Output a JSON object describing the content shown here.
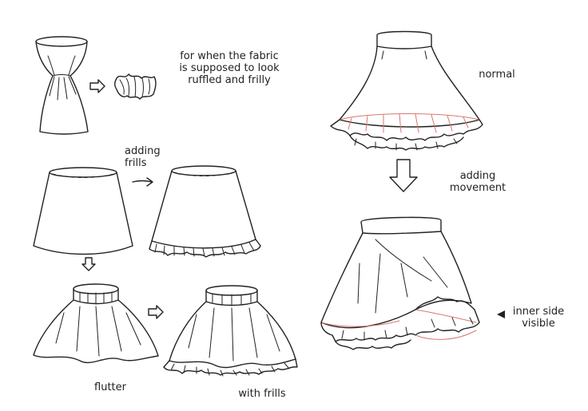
{
  "labels": {
    "ruffle_note": [
      "for when the fabric",
      "is supposed to look",
      "ruffled and frilly"
    ],
    "adding_frills": [
      "adding",
      "frills"
    ],
    "flutter": "flutter",
    "with_frills": "with frills",
    "normal": "normal",
    "adding_movement": [
      "adding",
      "movement"
    ],
    "inner_side": [
      "inner side",
      "visible"
    ]
  },
  "colors": {
    "ink": "#222222",
    "inner_lining": "#d9786e",
    "background": "#ffffff"
  }
}
